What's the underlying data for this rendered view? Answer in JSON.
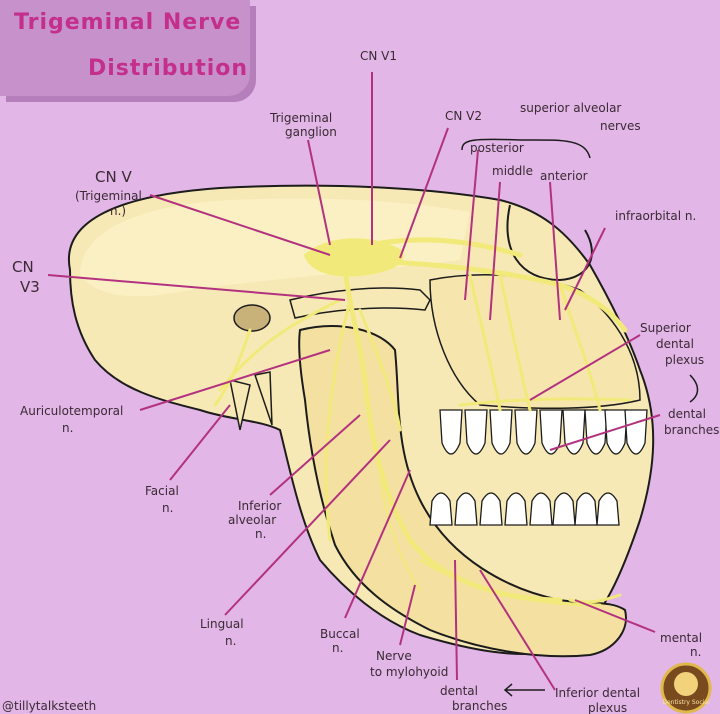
{
  "title": {
    "line1": "Trigeminal Nerve",
    "line2": "Distribution"
  },
  "labels": {
    "cnv1": "CN V1",
    "trigeminal_ganglion": [
      "Trigeminal",
      "ganglion"
    ],
    "cnv2": "CN V2",
    "superior_alveolar_nerves": [
      "superior alveolar",
      "nerves"
    ],
    "posterior": "posterior",
    "middle": "middle",
    "anterior": "anterior",
    "cnv": [
      "CN V",
      "(Trigeminal",
      "n.)"
    ],
    "infraorbital": "infraorbital n.",
    "cnv3": [
      "CN",
      "V3"
    ],
    "superior_dental_plexus": [
      "Superior",
      "dental",
      "plexus"
    ],
    "auriculotemporal": [
      "Auriculotemporal",
      "n."
    ],
    "dental_branches_upper": [
      "dental",
      "branches"
    ],
    "facial": [
      "Facial",
      "n."
    ],
    "inferior_alveolar": [
      "Inferior",
      "alveolar",
      "n."
    ],
    "lingual": [
      "Lingual",
      "n."
    ],
    "buccal": [
      "Buccal",
      "n."
    ],
    "nerve_to_mylohyoid": [
      "Nerve",
      "to mylohyoid"
    ],
    "dental_branches_lower": [
      "dental",
      "branches"
    ],
    "inferior_dental_plexus": [
      "Inferior dental",
      "plexus"
    ],
    "mental": [
      "mental",
      "n."
    ]
  },
  "credit": "@tillytalksteeth",
  "watermark": "Dentistry Social",
  "colors": {
    "background": "#e2b6e6",
    "title_box": "#c792cc",
    "title_text": "#c42f8d",
    "skull": "#f7e9b5",
    "nerve": "#f1ea7a",
    "leader": "#b3327f",
    "teeth": "#ffffff"
  }
}
